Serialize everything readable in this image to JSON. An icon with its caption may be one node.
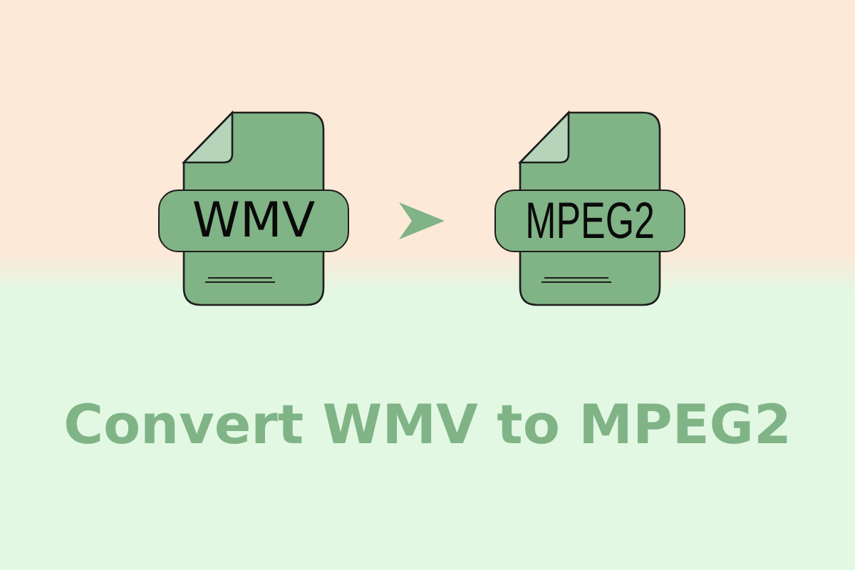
{
  "diagram": {
    "title": "Convert WMV to MPEG2",
    "nodes": [
      {
        "text": [
          "WMV"
        ]
      },
      {
        "text": [
          "MPEG2"
        ]
      }
    ],
    "edges": [
      {
        "from": 0,
        "to": 1,
        "arrow": "to"
      }
    ]
  }
}
